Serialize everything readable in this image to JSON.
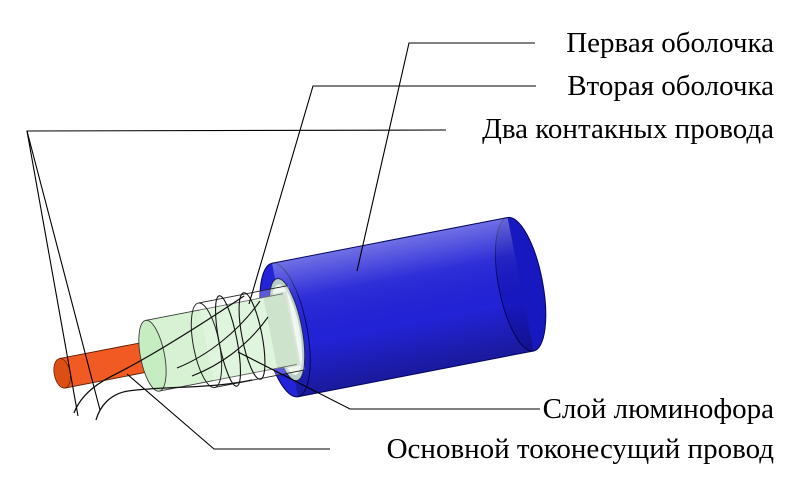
{
  "background": "#ffffff",
  "labels": {
    "first_sheath": "Первая оболочка",
    "second_sheath": "Вторая оболочка",
    "contact_wires": "Два контакных провода",
    "phosphor_layer": "Слой люминофора",
    "main_conductor": "Основной токонесущий провод"
  },
  "colors": {
    "outer_sheath": "#2323d7",
    "outer_sheath_cap": "#1818c0",
    "opening_interior": "#b9cec4",
    "opening_ring": "#eef6ec",
    "phosphor_body": "#d6f2d2",
    "phosphor_cap": "#c6ecc2",
    "core_body": "#f15a22",
    "core_cap": "#dd4e14",
    "wire_line": "#000000"
  }
}
